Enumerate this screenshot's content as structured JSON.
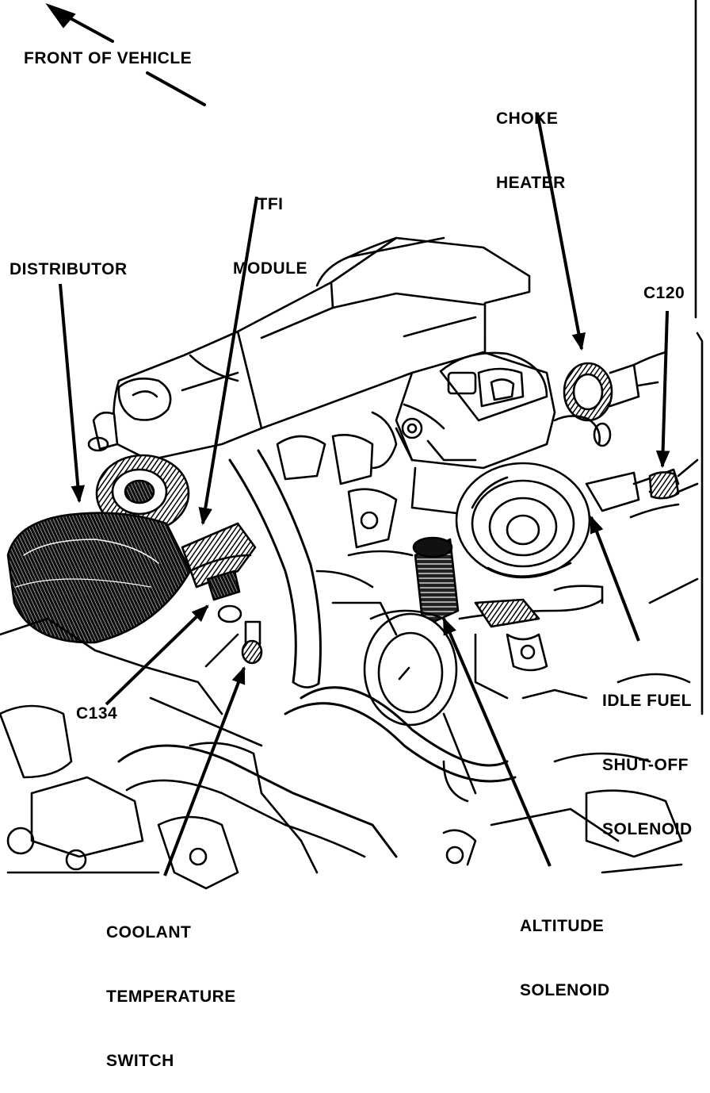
{
  "diagram": {
    "colors": {
      "ink": "#000000",
      "paper": "#ffffff"
    },
    "labels": {
      "front_of_vehicle": "FRONT OF VEHICLE",
      "choke_heater": [
        "CHOKE",
        "HEATER"
      ],
      "tfi_module": [
        "TFI",
        "MODULE"
      ],
      "distributor": "DISTRIBUTOR",
      "c120": "C120",
      "idle_fuel_shutoff_solenoid": [
        "IDLE FUEL",
        "SHUT-OFF",
        "SOLENOID"
      ],
      "c134": "C134",
      "coolant_temperature_switch": [
        "COOLANT",
        "TEMPERATURE",
        "SWITCH"
      ],
      "altitude_solenoid": [
        "ALTITUDE",
        "SOLENOID"
      ]
    }
  }
}
